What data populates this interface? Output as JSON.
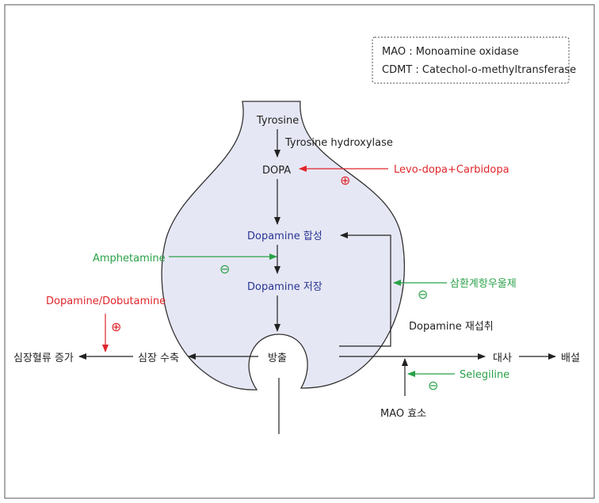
{
  "legend": {
    "line1": "MAO : Monoamine oxidase",
    "line2": "CDMT : Catechol-o-methyltransferase"
  },
  "labels": {
    "tyrosine": "Tyrosine",
    "tyrosine_hydroxylase": "Tyrosine hydroxylase",
    "dopa": "DOPA",
    "levodopa": "Levo-dopa+Carbidopa",
    "dopamine_synthesis": "Dopamine 합성",
    "amphetamine": "Amphetamine",
    "dopamine_storage": "Dopamine 저장",
    "tca": "삼환계항우울제",
    "reuptake": "Dopamine 재섭취",
    "dopamine_dobutamine": "Dopamine/Dobutamine",
    "release": "방출",
    "cardiac_contraction": "심장 수축",
    "cardiac_output": "심장혈류 증가",
    "metabolism": "대사",
    "excretion": "배설",
    "selegiline": "Selegiline",
    "mao_enzyme": "MAO 효소"
  },
  "symbols": {
    "plus": "⊕",
    "minus": "⊖"
  },
  "colors": {
    "neuron_fill": "#e6e7f4",
    "stimulate": "#e0262b",
    "inhibit": "#2aa148",
    "dopamine_text": "#283593",
    "text": "#222222"
  }
}
